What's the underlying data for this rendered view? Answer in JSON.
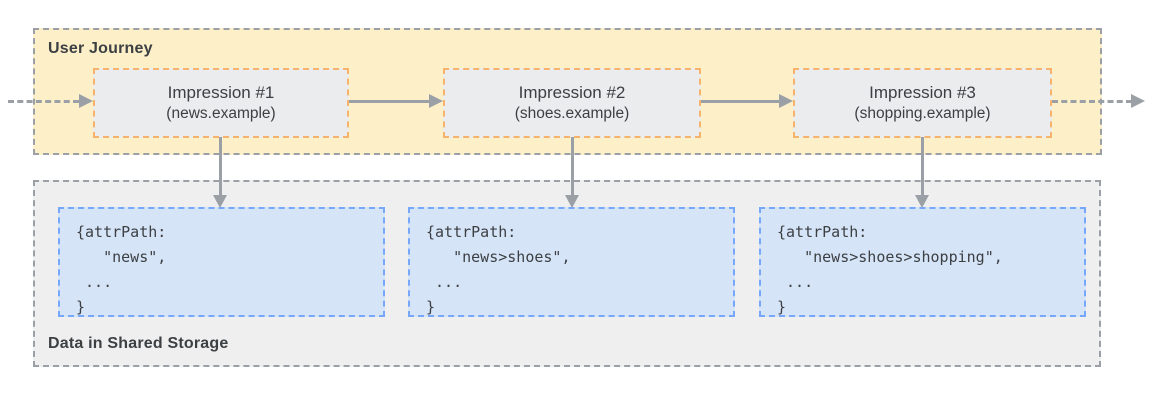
{
  "journey": {
    "label": "User Journey",
    "impressions": [
      {
        "title": "Impression #1",
        "site": "(news.example)"
      },
      {
        "title": "Impression #2",
        "site": "(shoes.example)"
      },
      {
        "title": "Impression #3",
        "site": "(shopping.example)"
      }
    ]
  },
  "storage": {
    "label": "Data in Shared Storage",
    "entries": [
      {
        "code": "{attrPath:\n   \"news\",\n ...\n}"
      },
      {
        "code": "{attrPath:\n   \"news>shoes\",\n ...\n}"
      },
      {
        "code": "{attrPath:\n   \"news>shoes>shopping\",\n ...\n}"
      }
    ]
  },
  "colors": {
    "journey_background": "#fdf0c9",
    "storage_background": "#efefef",
    "container_border": "#9aa0a6",
    "impression_fill": "#eaeced",
    "impression_border": "#f7b26b",
    "code_fill": "#d6e4f8",
    "code_border": "#76a7fa",
    "arrow": "#9aa0a6",
    "text": "#3c4043"
  }
}
